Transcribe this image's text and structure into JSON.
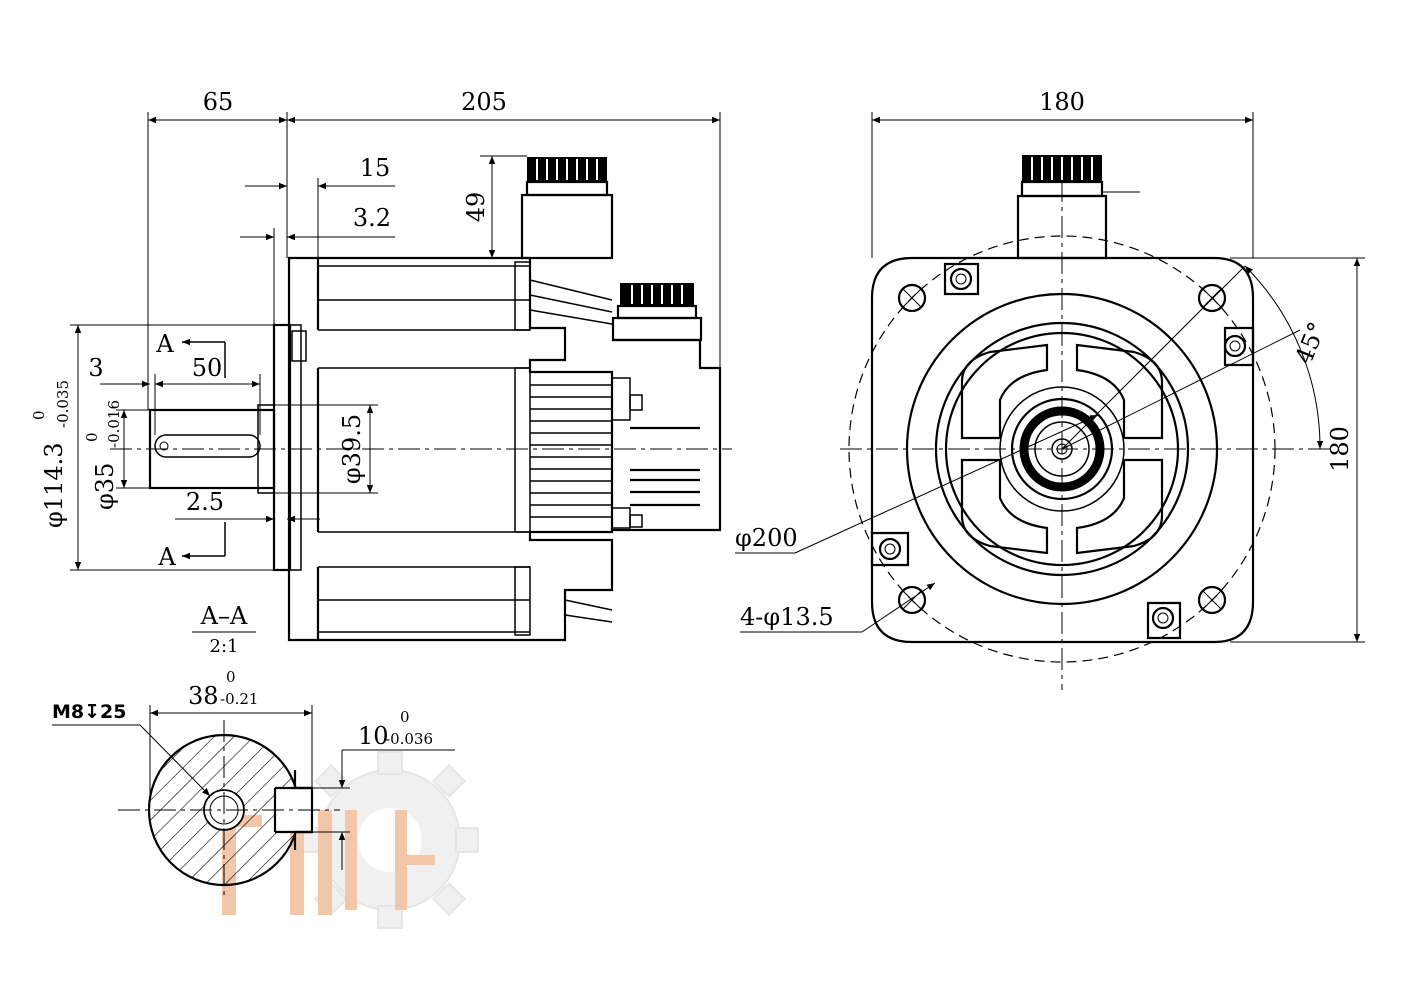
{
  "side_view": {
    "dim_shaft_length": "65",
    "dim_body_length": "205",
    "dim_flange_thick": "15",
    "dim_spigot": "3.2",
    "dim_connector_height": "49",
    "dim_pilot_diameter_prefix": "φ114.3",
    "dim_pilot_diameter_tol_upper": "0",
    "dim_pilot_diameter_tol_lower": "-0.035",
    "dim_shaft_diameter_prefix": "φ35",
    "dim_shaft_diameter_tol_upper": "0",
    "dim_shaft_diameter_tol_lower": "-0.016",
    "dim_boss_diameter": "φ39.5",
    "dim_key_offset": "3",
    "dim_key_length": "50",
    "dim_shoulder": "2.5",
    "section_mark_top": "A",
    "section_mark_bottom": "A"
  },
  "section_view": {
    "title": "A–A",
    "scale": "2:1",
    "thread": "M8↧25",
    "key_height_value": "38",
    "key_height_tol_upper": "0",
    "key_height_tol_lower": "-0.21",
    "key_width_value": "10",
    "key_width_tol_upper": "0",
    "key_width_tol_lower": "-0.036"
  },
  "front_view": {
    "dim_width": "180",
    "dim_height": "180",
    "dim_angle": "45°",
    "dim_bolt_circle": "φ200",
    "dim_holes": "4-φ13.5"
  },
  "colors": {
    "line": "#000000",
    "watermark_gear": "#f0f0f0",
    "watermark_text": "#f2c6a8"
  }
}
